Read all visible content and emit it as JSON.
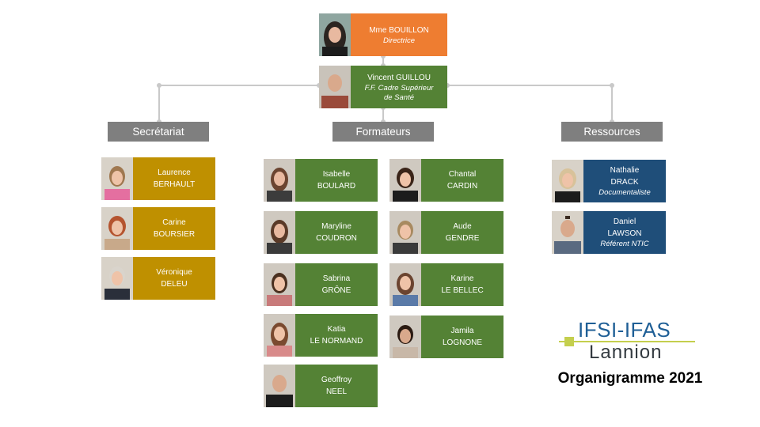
{
  "director": {
    "name": "Mme BOUILLON",
    "role": "Directrice"
  },
  "deputy": {
    "name": "Vincent GUILLOU",
    "role_line1": "F.F. Cadre Supérieur",
    "role_line2": "de Santé"
  },
  "sections": {
    "secretariat": "Secrétariat",
    "formateurs": "Formateurs",
    "ressources": "Ressources"
  },
  "secretariat": [
    {
      "first": "Laurence",
      "last": "BERHAULT"
    },
    {
      "first": "Carine",
      "last": "BOURSIER"
    },
    {
      "first": "Véronique",
      "last": "DELEU"
    }
  ],
  "formateurs_left": [
    {
      "first": "Isabelle",
      "last": "BOULARD"
    },
    {
      "first": "Maryline",
      "last": "COUDRON"
    },
    {
      "first": "Sabrina",
      "last": "GRÔNE"
    },
    {
      "first": "Katia",
      "last": "LE NORMAND"
    },
    {
      "first": "Geoffroy",
      "last": "NEEL"
    }
  ],
  "formateurs_right": [
    {
      "first": "Chantal",
      "last": "CARDIN"
    },
    {
      "first": "Aude",
      "last": "GENDRE"
    },
    {
      "first": "Karine",
      "last": "LE BELLEC"
    },
    {
      "first": "Jamila",
      "last": "LOGNONE"
    }
  ],
  "ressources": [
    {
      "first": "Nathalie",
      "last": "DRACK",
      "role": "Documentaliste"
    },
    {
      "first": "Daniel",
      "last": "LAWSON",
      "role": "Référent NTIC"
    }
  ],
  "logo": {
    "line1": "IFSI-IFAS",
    "line2": "Lannion"
  },
  "title": "Organigramme 2021",
  "colors": {
    "director": "#ee7d31",
    "formateurs": "#548235",
    "secretariat": "#bf9000",
    "ressources": "#1f4e79",
    "section": "#7f7f7f"
  }
}
